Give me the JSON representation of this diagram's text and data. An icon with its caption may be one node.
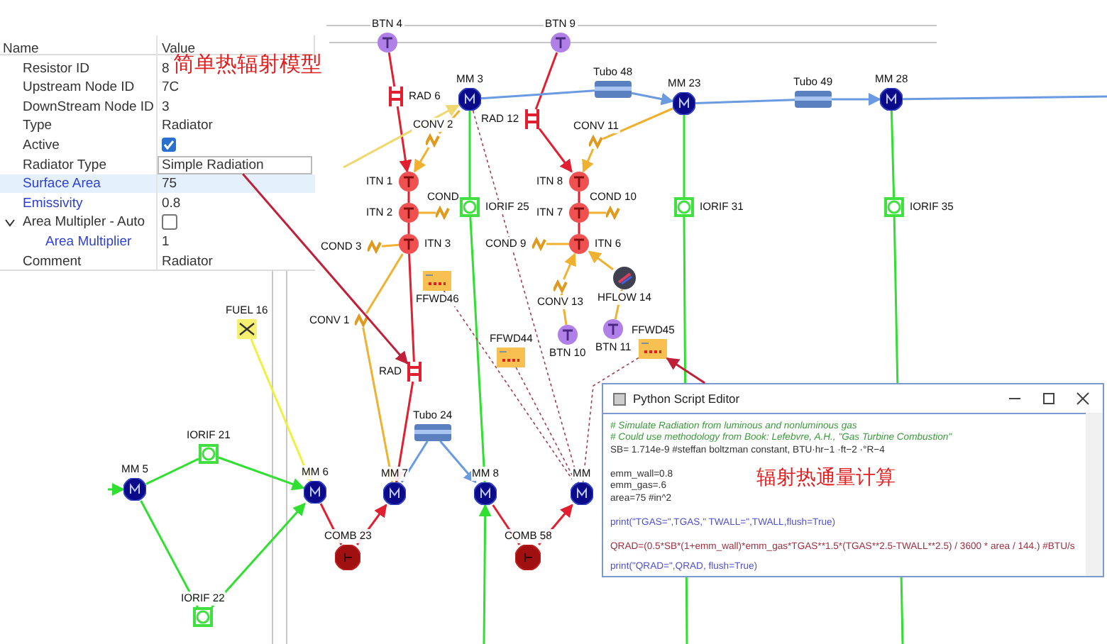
{
  "diagram": {
    "nodes": [
      {
        "text": [
          "Name",
          "Value",
          "Resistor ID",
          "8",
          "Upstream Node ID",
          "7C",
          "DownStream Node ID",
          "3",
          "Type",
          "Radiator",
          "Active",
          "Radiator Type",
          "Surface Area",
          "75",
          "Emissivity",
          "0.8",
          "Area Multipler - Auto",
          "Area Multiplier",
          "1",
          "Comment",
          "Radiator"
        ]
      },
      {
        "text": [
          "Simple Radiation"
        ],
        "in": 0
      },
      {
        "text": [
          "BTN 4"
        ]
      },
      {
        "text": [
          "BTN 9"
        ]
      },
      {
        "text": [
          "MM 3"
        ]
      },
      {
        "text": [
          "Tubo 48"
        ]
      },
      {
        "text": [
          "MM 23"
        ]
      },
      {
        "text": [
          "Tubo 49"
        ]
      },
      {
        "text": [
          "MM 28"
        ]
      },
      {
        "text": [
          "RAD 6"
        ]
      },
      {
        "text": [
          "RAD 12"
        ]
      },
      {
        "text": [
          "CONV 2"
        ]
      },
      {
        "text": [
          "CONV 11"
        ]
      },
      {
        "text": [
          "ITN 1"
        ]
      },
      {
        "text": [
          "ITN 2"
        ]
      },
      {
        "text": [
          "ITN 3"
        ]
      },
      {
        "text": [
          "COND"
        ]
      },
      {
        "text": [
          "COND 3"
        ]
      },
      {
        "text": [
          "ITN 8"
        ]
      },
      {
        "text": [
          "ITN 7"
        ]
      },
      {
        "text": [
          "ITN 6"
        ]
      },
      {
        "text": [
          "COND 10"
        ]
      },
      {
        "text": [
          "COND 9"
        ]
      },
      {
        "text": [
          "IORIF 25"
        ]
      },
      {
        "text": [
          "IORIF 31"
        ]
      },
      {
        "text": [
          "IORIF 35"
        ]
      },
      {
        "text": [
          "FFWD46"
        ]
      },
      {
        "text": [
          "FFWD45"
        ]
      },
      {
        "text": [
          "CONV 13"
        ]
      },
      {
        "text": [
          "HFLOW 14"
        ]
      },
      {
        "text": [
          "FFWD44"
        ]
      },
      {
        "text": [
          "BTN 10"
        ]
      },
      {
        "text": [
          "BTN 11"
        ]
      },
      {
        "text": [
          "FUEL 16"
        ]
      },
      {
        "text": [
          "CONV 1"
        ]
      },
      {
        "text": [
          "RAD"
        ]
      },
      {
        "text": [
          "Tubo 24"
        ]
      },
      {
        "text": [
          "IORIF 21"
        ]
      },
      {
        "text": [
          "MM 5"
        ]
      },
      {
        "text": [
          "MM 6"
        ]
      },
      {
        "text": [
          "MM 7"
        ]
      },
      {
        "text": [
          "MM 8"
        ]
      },
      {
        "text": [
          "MM"
        ]
      },
      {
        "text": [
          "COMB 23"
        ]
      },
      {
        "text": [
          "COMB 58"
        ]
      },
      {
        "text": [
          "IORIF 22"
        ]
      },
      {
        "text": [
          "Python Script Editor",
          "# Simulate Radiation from luminous and nonluminous gas",
          "# Could use methodology from Book: Lefebvre, A.H., \"Gas Turbine Combustion\"",
          "SB=  1.714e-9 #steffan boltzman constant, BTU·hr−1 ·ft−2 ·°R−4",
          "emm_wall=0.8",
          "emm_gas=.6",
          "area=75  #in^2",
          "print(\"TGAS=\",TGAS,\"  TWALL=\",TWALL,flush=True)",
          "QRAD=(0.5*SB*(1+emm_wall)*emm_gas*TGAS**1.5*(TGAS**2.5-TWALL**2.5) / 3600 * area / 144.)   #BTU/s",
          "print(\"QRAD=\",QRAD, flush=True)"
        ]
      }
    ],
    "edges": [
      {
        "from": 2,
        "to": 9,
        "arrow": "none",
        "color": "#e02030"
      },
      {
        "from": 9,
        "to": 13,
        "arrow": "to",
        "color": "#e02030"
      },
      {
        "from": 3,
        "to": 10,
        "arrow": "none",
        "color": "#e02030"
      },
      {
        "from": 10,
        "to": 18,
        "arrow": "to",
        "color": "#e02030"
      },
      {
        "from": 4,
        "to": 5,
        "arrow": "none",
        "color": "#6a9ae0"
      },
      {
        "from": 5,
        "to": 6,
        "arrow": "to",
        "color": "#6a9ae0"
      },
      {
        "from": 6,
        "to": 7,
        "arrow": "none",
        "color": "#6a9ae0"
      },
      {
        "from": 7,
        "to": 8,
        "arrow": "to",
        "color": "#6a9ae0"
      },
      {
        "from": 8,
        "to": null,
        "arrow": "none",
        "color": "#6a9ae0"
      },
      {
        "from": null,
        "to": 4,
        "arrow": "to",
        "color": "#f0d870"
      },
      {
        "from": 4,
        "to": 11,
        "arrow": "none",
        "color": "#f0b030"
      },
      {
        "from": 11,
        "to": 13,
        "arrow": "to",
        "color": "#f0b030"
      },
      {
        "from": 6,
        "to": 12,
        "arrow": "none",
        "color": "#f0b030"
      },
      {
        "from": 12,
        "to": 18,
        "arrow": "to",
        "color": "#f0b030"
      },
      {
        "from": 13,
        "to": 14,
        "arrow": "none",
        "color": "#e02030"
      },
      {
        "from": 14,
        "to": 15,
        "arrow": "none",
        "color": "#e02030"
      },
      {
        "from": 18,
        "to": 19,
        "arrow": "none",
        "color": "#e02030"
      },
      {
        "from": 19,
        "to": 20,
        "arrow": "none",
        "color": "#e02030"
      },
      {
        "from": 14,
        "to": 16,
        "arrow": "none",
        "color": "#f0b030"
      },
      {
        "from": 15,
        "to": 17,
        "arrow": "none",
        "color": "#f0b030"
      },
      {
        "from": 19,
        "to": 21,
        "arrow": "none",
        "color": "#f0b030"
      },
      {
        "from": 20,
        "to": 22,
        "arrow": "none",
        "color": "#f0b030"
      },
      {
        "from": 4,
        "to": 23,
        "arrow": "none",
        "color": "#30e030"
      },
      {
        "from": 23,
        "to": 41,
        "arrow": "none",
        "color": "#30e030"
      },
      {
        "from": 6,
        "to": 24,
        "arrow": "none",
        "color": "#30e030"
      },
      {
        "from": 24,
        "to": null,
        "arrow": "none",
        "color": "#30e030"
      },
      {
        "from": 8,
        "to": 25,
        "arrow": "none",
        "color": "#30e030"
      },
      {
        "from": 25,
        "to": null,
        "arrow": "none",
        "color": "#30e030"
      },
      {
        "from": null,
        "to": 41,
        "arrow": "to",
        "color": "#30e030"
      },
      {
        "from": 31,
        "to": 28,
        "arrow": "none",
        "color": "#f0b030"
      },
      {
        "from": 28,
        "to": 20,
        "arrow": "to",
        "color": "#f0b030"
      },
      {
        "from": 32,
        "to": 29,
        "arrow": "none",
        "color": "#f0b030"
      },
      {
        "from": 29,
        "to": 20,
        "arrow": "to",
        "color": "#f0b030"
      },
      {
        "from": 15,
        "to": 34,
        "arrow": "none",
        "color": "#f0b030"
      },
      {
        "from": 34,
        "to": 40,
        "arrow": "to",
        "color": "#f0b030"
      },
      {
        "from": 15,
        "to": 35,
        "arrow": "none",
        "color": "#e02030"
      },
      {
        "from": 35,
        "to": 40,
        "arrow": "to",
        "color": "#e02030"
      },
      {
        "from": 33,
        "to": 39,
        "arrow": "to",
        "color": "#f0f040"
      },
      {
        "from": null,
        "to": 38,
        "arrow": "to",
        "color": "#30e030"
      },
      {
        "from": 38,
        "to": 37,
        "arrow": "none",
        "color": "#30e030"
      },
      {
        "from": 37,
        "to": 39,
        "arrow": "to",
        "color": "#30e030"
      },
      {
        "from": 38,
        "to": 45,
        "arrow": "none",
        "color": "#30e030"
      },
      {
        "from": 45,
        "to": 39,
        "arrow": "to",
        "color": "#30e030"
      },
      {
        "from": 39,
        "to": 43,
        "arrow": "none",
        "color": "#e02030"
      },
      {
        "from": 43,
        "to": 40,
        "arrow": "to",
        "color": "#e02030"
      },
      {
        "from": 40,
        "to": 36,
        "arrow": "none",
        "color": "#6a9ae0"
      },
      {
        "from": 36,
        "to": 41,
        "arrow": "to",
        "color": "#6a9ae0"
      },
      {
        "from": 41,
        "to": 44,
        "arrow": "none",
        "color": "#e02030"
      },
      {
        "from": 44,
        "to": 42,
        "arrow": "to",
        "color": "#e02030"
      },
      {
        "from": 4,
        "to": 42,
        "arrow": "none",
        "style": "dashed",
        "color": "#a04050"
      },
      {
        "from": 26,
        "to": 42,
        "arrow": "none",
        "style": "dashed",
        "color": "#a04050"
      },
      {
        "from": 30,
        "to": 42,
        "arrow": "none",
        "style": "dashed",
        "color": "#a04050"
      },
      {
        "from": 27,
        "to": 42,
        "arrow": "none",
        "style": "dashed",
        "color": "#a04050"
      },
      {
        "from": 1,
        "to": 35,
        "arrow": "to",
        "color": "#c0203a"
      },
      {
        "from": 46,
        "to": 27,
        "arrow": "to",
        "color": "#c0203a"
      }
    ],
    "labels": [
      "简单热辐射模型",
      "辐射热通量计算"
    ]
  }
}
